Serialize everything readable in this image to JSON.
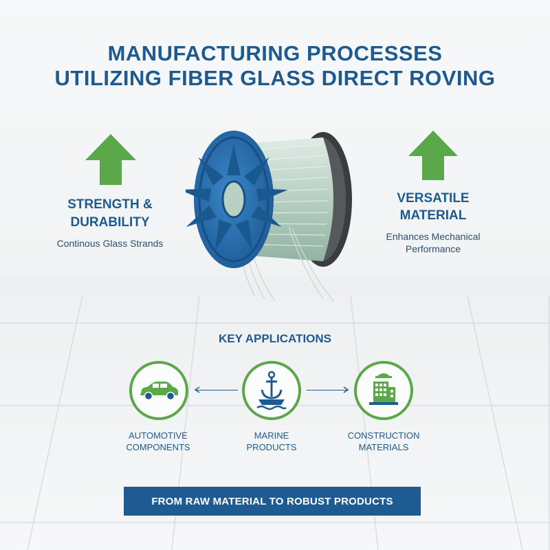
{
  "title": {
    "line1": "MANUFACTURING PROCESSES",
    "line2": "UTILIZING FIBER GLASS DIRECT ROVING"
  },
  "left_feature": {
    "heading_line1": "STRENGTH &",
    "heading_line2": "DURABILITY",
    "subtext": "Continous Glass Strands",
    "icon": "up-arrow-icon"
  },
  "right_feature": {
    "heading_line1": "VERSATILE",
    "heading_line2": "MATERIAL",
    "subtext_line1": "Enhances Mechanical",
    "subtext_line2": "Performance",
    "icon": "up-arrow-icon"
  },
  "applications": {
    "title": "KEY APPLICATIONS",
    "items": [
      {
        "line1": "AUTOMOTIVE",
        "line2": "COMPONENTS",
        "icon": "car-icon"
      },
      {
        "line1": "MARINE",
        "line2": "PRODUCTS",
        "icon": "anchor-boat-icon"
      },
      {
        "line1": "CONSTRUCTION",
        "line2": "MATERIALS",
        "icon": "building-icon"
      }
    ]
  },
  "banner": {
    "text": "FROM RAW MATERIAL TO ROBUST PRODUCTS"
  },
  "colors": {
    "primary_blue": "#1d5a8f",
    "accent_green": "#5aa84a",
    "banner_blue": "#1f5b93",
    "spool_blue": "#2a6fb0"
  }
}
